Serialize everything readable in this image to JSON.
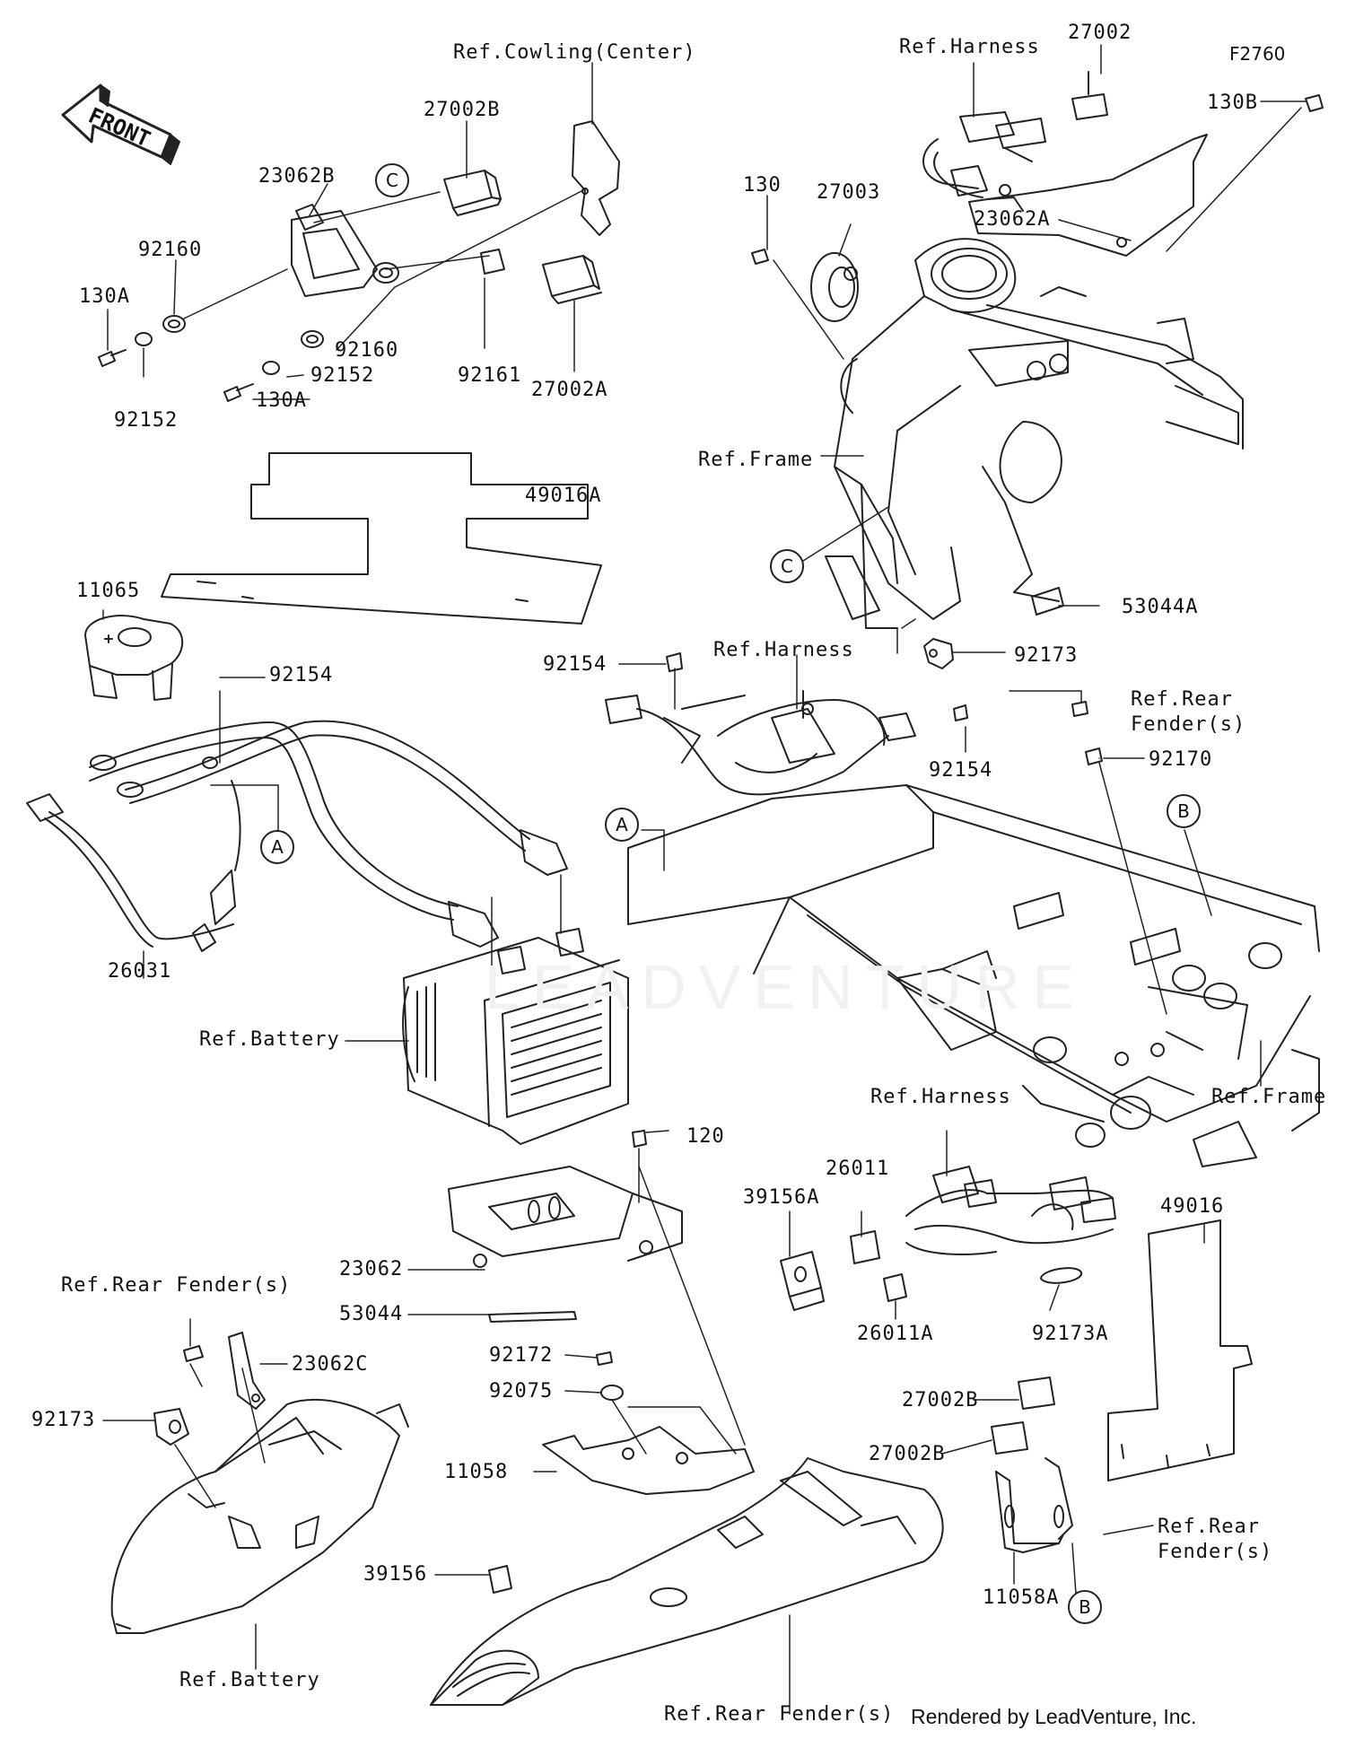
{
  "figure_id": "F2760",
  "front_arrow": "FRONT",
  "watermark": "LEADVENTURE",
  "credit": "Rendered by LeadVenture, Inc.",
  "labels": {
    "ref_cowling_center": "Ref.Cowling(Center)",
    "ref_harness_top": "Ref.Harness",
    "p27002": "27002",
    "p130B": "130B",
    "p27002B_top": "27002B",
    "p23062B": "23062B",
    "p92160_left": "92160",
    "p130A_top": "130A",
    "p92160_mid": "92160",
    "p92152_mid": "92152",
    "p92161": "92161",
    "p27002A": "27002A",
    "p130A_bottom": "130A",
    "p92152_left": "92152",
    "p130": "130",
    "p27003": "27003",
    "p23062A": "23062A",
    "ref_frame_top": "Ref.Frame",
    "p49016A": "49016A",
    "p53044A": "53044A",
    "p11065": "11065",
    "p92154_left": "92154",
    "p92173_top": "92173",
    "ref_harness_mid": "Ref.Harness",
    "p92154_mid": "92154",
    "ref_rear_fender_right": "Ref.Rear\nFender(s)",
    "p92154_right": "92154",
    "p92170": "92170",
    "p26031": "26031",
    "ref_battery_top": "Ref.Battery",
    "ref_frame_right": "Ref.Frame",
    "ref_harness_lower": "Ref.Harness",
    "p120": "120",
    "p26011": "26011",
    "p39156A": "39156A",
    "p49016": "49016",
    "p23062": "23062",
    "ref_rear_fender_left": "Ref.Rear Fender(s)",
    "p53044": "53044",
    "p26011A": "26011A",
    "p92173A": "92173A",
    "p23062C": "23062C",
    "p92172": "92172",
    "p92075": "92075",
    "p27002B_a": "27002B",
    "p92173_left": "92173",
    "p27002B_b": "27002B",
    "p11058": "11058",
    "ref_rear_fender_lower_right": "Ref.Rear\nFender(s)",
    "p39156": "39156",
    "p11058A": "11058A",
    "ref_battery_bottom": "Ref.Battery",
    "ref_rear_fender_bottom": "Ref.Rear Fender(s)"
  },
  "callouts": {
    "c_top_left": "C",
    "c_mid_right": "C",
    "a_left": "A",
    "a_mid": "A",
    "b_mid": "B",
    "b_bottom": "B"
  }
}
